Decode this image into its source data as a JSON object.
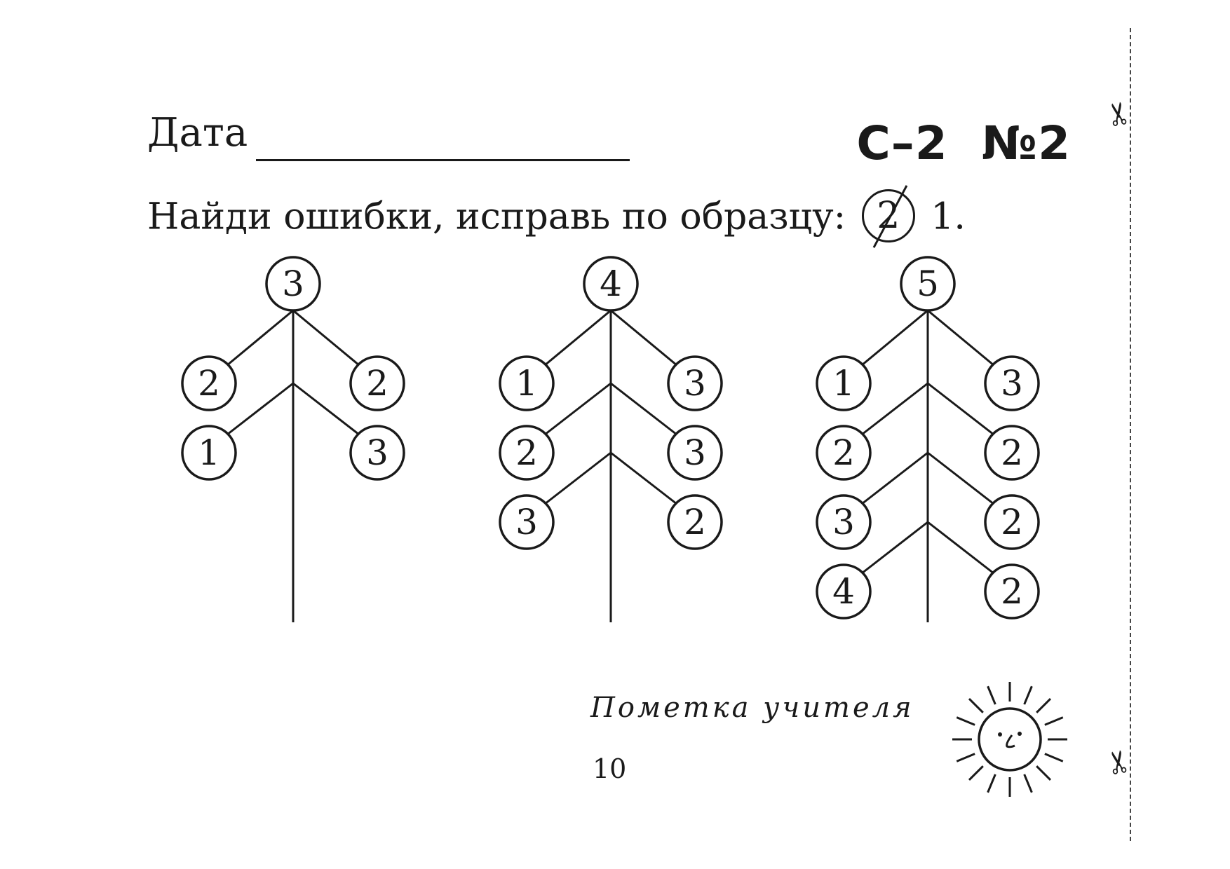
{
  "header": {
    "date_label": "Дата",
    "worksheet_id": "С–2  №2"
  },
  "instruction": {
    "text": "Найди ошибки, исправь по образцу:",
    "sample_wrong": "2",
    "sample_correct": "1."
  },
  "trees": [
    {
      "top": "3",
      "pairs": [
        [
          "2",
          "2"
        ],
        [
          "1",
          "3"
        ]
      ]
    },
    {
      "top": "4",
      "pairs": [
        [
          "1",
          "3"
        ],
        [
          "2",
          "3"
        ],
        [
          "3",
          "2"
        ]
      ]
    },
    {
      "top": "5",
      "pairs": [
        [
          "1",
          "3"
        ],
        [
          "2",
          "2"
        ],
        [
          "3",
          "2"
        ],
        [
          "4",
          "2"
        ]
      ]
    }
  ],
  "footer": {
    "teacher_note": "Пометка учителя",
    "page_number": "10",
    "sun_icon": "sun-smiley-icon",
    "scissors_icon": "scissors-icon"
  }
}
